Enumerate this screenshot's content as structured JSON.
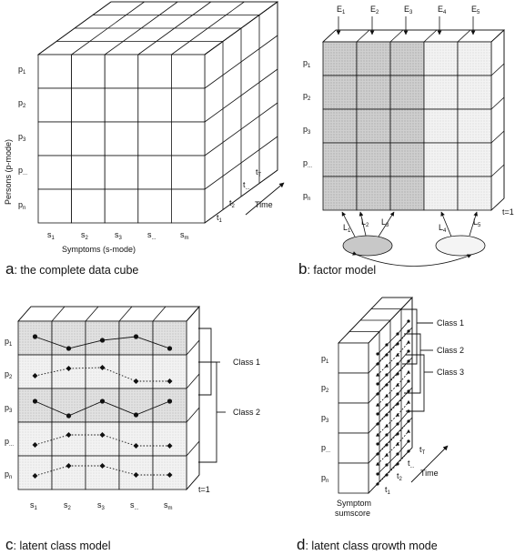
{
  "panel_a": {
    "rows": [
      "p",
      "p",
      "p",
      "p",
      "p"
    ],
    "row_subs": [
      "1",
      "2",
      "3",
      "...",
      "n"
    ],
    "cols": [
      "s",
      "s",
      "s",
      "s",
      "s"
    ],
    "col_subs": [
      "1",
      "2",
      "3",
      "...",
      "m"
    ],
    "depth": [
      "t",
      "t",
      "t",
      "t"
    ],
    "depth_subs": [
      "1",
      "2",
      "...",
      "T"
    ],
    "ylabel": "Persons (p-mode)",
    "xlabel": "Symptoms (s-mode)",
    "time_label": "Time",
    "caption_letter": "a",
    "caption_text": ": the complete data cube"
  },
  "panel_b": {
    "rows": [
      "p",
      "p",
      "p",
      "p",
      "p"
    ],
    "row_subs": [
      "1",
      "2",
      "3",
      "...",
      "n"
    ],
    "errors": [
      "E",
      "E",
      "E",
      "E",
      "E"
    ],
    "error_subs": [
      "1",
      "2",
      "3",
      "4",
      "5"
    ],
    "loadings": [
      "L",
      "L",
      "L",
      "L",
      "L"
    ],
    "loading_subs": [
      "1",
      "2",
      "3",
      "4",
      "5"
    ],
    "time_note": "t=1",
    "caption_letter": "b",
    "caption_text": ": factor model"
  },
  "panel_c": {
    "rows": [
      "p",
      "p",
      "p",
      "p",
      "p"
    ],
    "row_subs": [
      "1",
      "2",
      "3",
      "...",
      "n"
    ],
    "cols": [
      "s",
      "s",
      "s",
      "s",
      "s"
    ],
    "col_subs": [
      "1",
      "2",
      "3",
      "...",
      "m"
    ],
    "class_labels": [
      "Class 1",
      "Class 2"
    ],
    "time_note": "t=1",
    "caption_letter": "c",
    "caption_text": ": latent class model"
  },
  "panel_d": {
    "rows": [
      "p",
      "p",
      "p",
      "p",
      "p"
    ],
    "row_subs": [
      "1",
      "2",
      "3",
      "...",
      "n"
    ],
    "class_labels": [
      "Class 1",
      "Class 2",
      "Class 3"
    ],
    "depth": [
      "t",
      "t",
      "t",
      "t"
    ],
    "depth_subs": [
      "1",
      "2",
      "...",
      "T"
    ],
    "time_label": "Time",
    "xlabel_line1": "Symptom",
    "xlabel_line2": "sumscore",
    "caption_letter": "d",
    "caption_text": ": latent class growth mode"
  }
}
